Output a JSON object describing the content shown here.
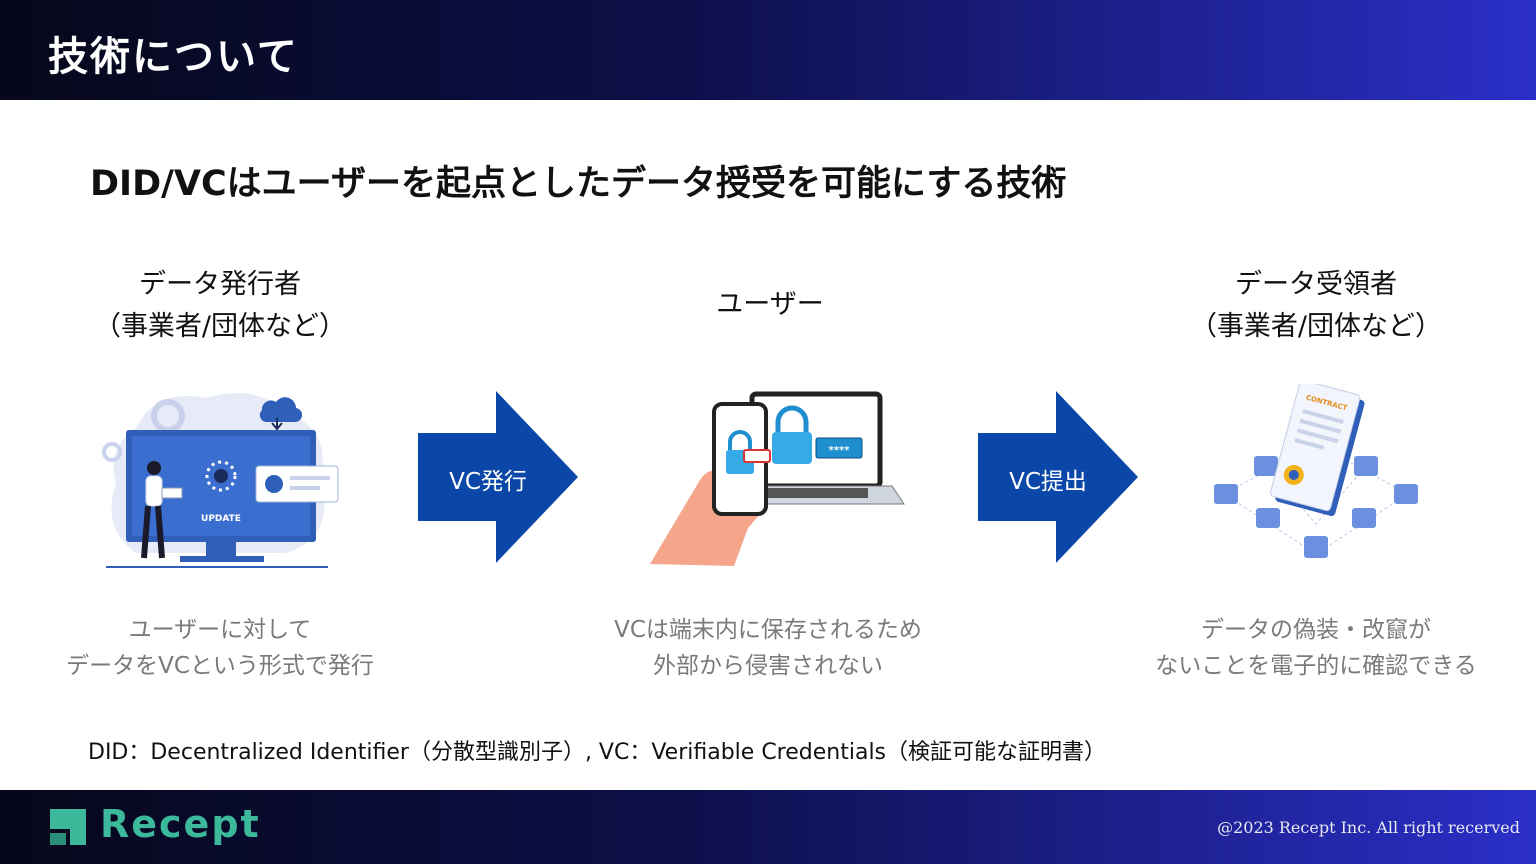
{
  "header": {
    "title": "技術について"
  },
  "headline": "DID/VCはユーザーを起点としたデータ授受を可能にする技術",
  "columns": [
    {
      "title_line1": "データ発行者",
      "title_line2": "（事業者/団体など）",
      "desc_line1": "ユーザーに対して",
      "desc_line2": "データをVCという形式で発行",
      "illustration": "update-computer-illustration",
      "illus_label": "UPDATE"
    },
    {
      "title_line1": "ユーザー",
      "desc_line1": "VCは端末内に保存されるため",
      "desc_line2": "外部から侵害されない",
      "illustration": "phone-laptop-lock-illustration",
      "pw_mask": "****"
    },
    {
      "title_line1": "データ受領者",
      "title_line2": "（事業者/団体など）",
      "desc_line1": "データの偽装・改竄が",
      "desc_line2": "ないことを電子的に確認できる",
      "illustration": "contract-blockchain-illustration",
      "doc_label": "CONTRACT"
    }
  ],
  "arrows": [
    {
      "label": "VC発行",
      "color": "#0a47a8"
    },
    {
      "label": "VC提出",
      "color": "#0a47a8"
    }
  ],
  "footnote": "DID：Decentralized Identifier（分散型識別子）, VC：Verifiable Credentials（検証可能な証明書）",
  "footer": {
    "logo_text": "Recept",
    "copyright": "@2023 Recept Inc. All right recerved",
    "brand_color": "#3cb89a"
  }
}
